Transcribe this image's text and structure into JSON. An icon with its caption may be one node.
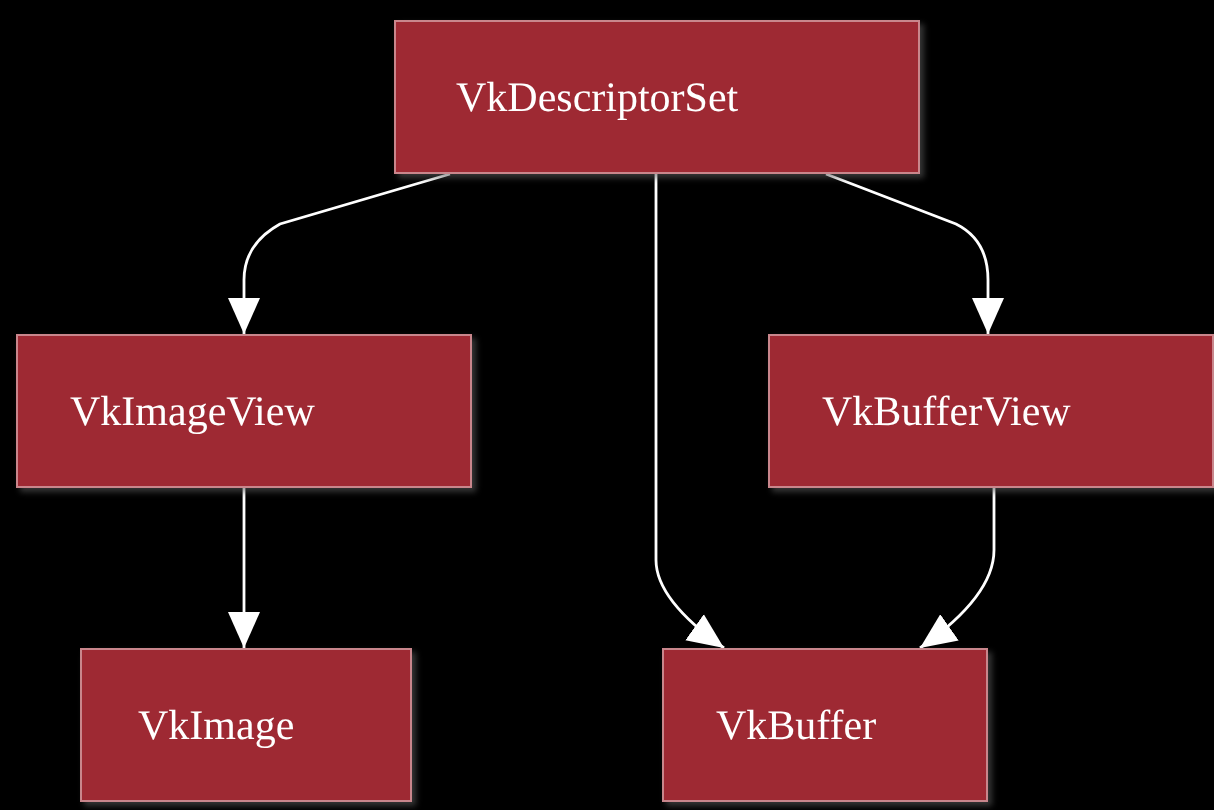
{
  "diagram": {
    "nodes": [
      {
        "text": [
          "VkDescriptorSet"
        ]
      },
      {
        "text": [
          "VkImageView"
        ]
      },
      {
        "text": [
          "VkBufferView"
        ]
      },
      {
        "text": [
          "VkImage"
        ]
      },
      {
        "text": [
          "VkBuffer"
        ]
      }
    ],
    "edges": [
      {
        "from": 0,
        "to": 1,
        "arrow": "to"
      },
      {
        "from": 0,
        "to": 4,
        "arrow": "to"
      },
      {
        "from": 0,
        "to": 2,
        "arrow": "to"
      },
      {
        "from": 1,
        "to": 3,
        "arrow": "to"
      },
      {
        "from": 2,
        "to": 4,
        "arrow": "to"
      }
    ]
  }
}
